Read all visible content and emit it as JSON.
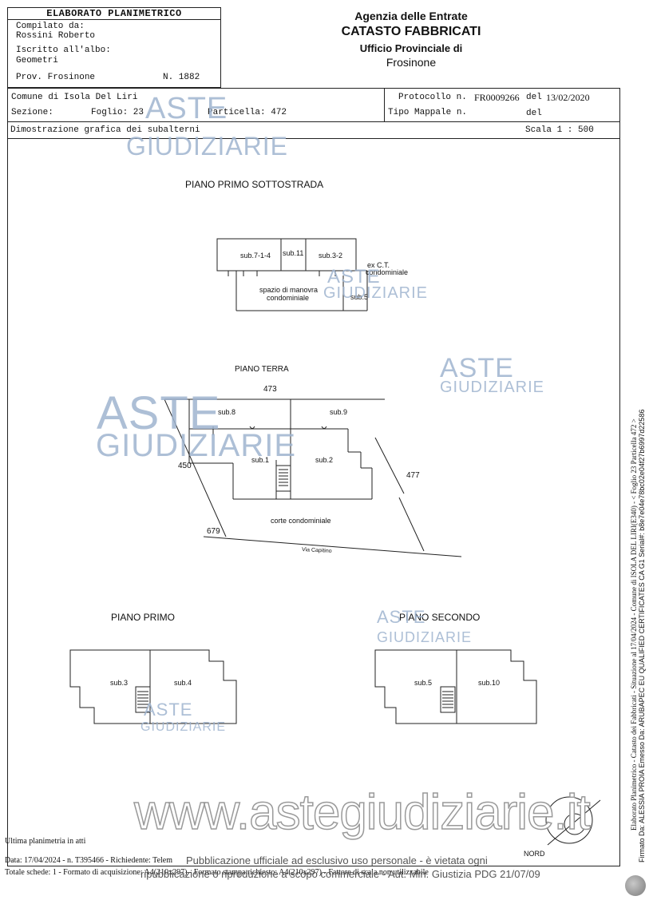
{
  "header": {
    "title": "ELABORATO PLANIMETRICO",
    "compilato_label": "Compilato da:",
    "compilato_name": "Rossini Roberto",
    "iscritto_label": "Iscritto all'albo:",
    "iscritto_value": "Geometri",
    "prov_label": "Prov. Frosinone",
    "number": "N. 1882"
  },
  "agency": {
    "line1": "Agenzia delle Entrate",
    "line2": "CATASTO FABBRICATI",
    "line3": "Ufficio Provinciale di",
    "line4": "Frosinone"
  },
  "info": {
    "comune": "Comune di Isola Del Liri",
    "sezione": "Sezione:",
    "foglio": "Foglio: 23",
    "particella": "Particella: 472",
    "protocollo_label": "Protocollo n.",
    "protocollo_value": "FR0009266",
    "del1": "del",
    "date": "13/02/2020",
    "tipo_mappale": "Tipo Mappale n.",
    "del2": "del",
    "dimostrazione": "Dimostrazione grafica dei subalterni",
    "scala": "Scala 1 : 500"
  },
  "plan": {
    "sotto_title": "PIANO PRIMO SOTTOSTRADA",
    "sub_714": "sub.7-1-4",
    "sub_11": "sub.11",
    "sub_32": "sub.3-2",
    "ex_ct": "ex C.T.",
    "condominiale": "condominiale",
    "spazio1": "spazio di manovra",
    "spazio2": "condominiale",
    "sub_5a": "sub.5",
    "terra_title": "PIANO TERRA",
    "n473": "473",
    "n450": "450",
    "n477": "477",
    "n679": "679",
    "sub_8": "sub.8",
    "sub_9": "sub.9",
    "sub_1": "sub.1",
    "sub_2": "sub.2",
    "corte": "corte condominiale",
    "via": "Via Capitino",
    "primo_title": "PIANO PRIMO",
    "sub_3": "sub.3",
    "sub_4": "sub.4",
    "secondo_title": "PIANO SECONDO",
    "sub_5b": "sub.5",
    "sub_10": "sub.10",
    "nord": "NORD"
  },
  "footer": {
    "ultima": "Ultima planimetria in atti",
    "data_line": "Data: 17/04/2024 - n. T395466 - Richiedente: Telem",
    "totale_line": "Totale schede: 1 - Formato di acquisizione: A4(210x297) - Formato stampa richiesto: A4(210x297) - Fattore di scala non utilizzabile",
    "pub1": "Pubblicazione ufficiale ad esclusivo uso personale - è vietata ogni",
    "pub2": "ripubblicazione o riproduzione a scopo commerciale - Aut. Min. Giustizia PDG 21/07/09"
  },
  "side": {
    "line1": "Elaborato Planimetrico - Catasto dei Fabbricati - Situazione al 17/04/2024 - Comune di ISOLA DEL LIRI(E340) - < Foglio 23 Particella 472 >",
    "line2": "Firmato Da: ALESSIA PROIA Emesso Da: ARUBAPEC EU QUALIFIED CERTIFICATES CA G1 Serial#: b8e7e04e78bc02e04f27b6997d22586"
  },
  "watermark": {
    "aste": "ASTE",
    "giudiziarie": "GIUDIZIARIE",
    "url": "www.astegiudiziarie.it"
  }
}
